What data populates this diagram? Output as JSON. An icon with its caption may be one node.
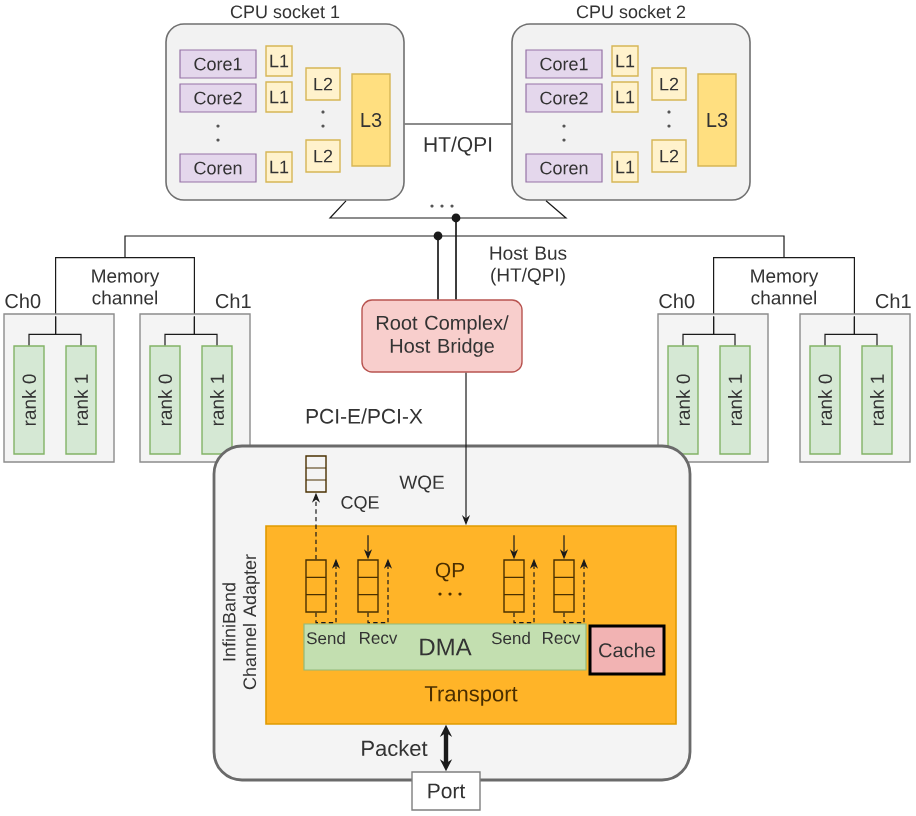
{
  "diagram": {
    "nodes": [
      {
        "text": [
          "CPU socket 1"
        ]
      },
      {
        "text": [
          "Core1"
        ],
        "in": 0
      },
      {
        "text": [
          "L1"
        ],
        "in": 0
      },
      {
        "text": [
          "Core2"
        ],
        "in": 0
      },
      {
        "text": [
          "L1"
        ],
        "in": 0
      },
      {
        "text": [
          "Coren"
        ],
        "in": 0
      },
      {
        "text": [
          "L1"
        ],
        "in": 0
      },
      {
        "text": [
          "L2"
        ],
        "in": 0
      },
      {
        "text": [
          "L2"
        ],
        "in": 0
      },
      {
        "text": [
          "L3"
        ],
        "in": 0
      },
      {
        "text": [
          "CPU socket 2"
        ]
      },
      {
        "text": [
          "Core1"
        ],
        "in": 10
      },
      {
        "text": [
          "L1"
        ],
        "in": 10
      },
      {
        "text": [
          "Core2"
        ],
        "in": 10
      },
      {
        "text": [
          "L1"
        ],
        "in": 10
      },
      {
        "text": [
          "Coren"
        ],
        "in": 10
      },
      {
        "text": [
          "L1"
        ],
        "in": 10
      },
      {
        "text": [
          "L2"
        ],
        "in": 10
      },
      {
        "text": [
          "L2"
        ],
        "in": 10
      },
      {
        "text": [
          "L3"
        ],
        "in": 10
      },
      {
        "text": [
          "Memory channel"
        ]
      },
      {
        "text": [
          "Ch0"
        ]
      },
      {
        "text": [
          "rank 0"
        ],
        "in": 21
      },
      {
        "text": [
          "rank 1"
        ],
        "in": 21
      },
      {
        "text": [
          "Ch1"
        ]
      },
      {
        "text": [
          "rank 0"
        ],
        "in": 24
      },
      {
        "text": [
          "rank 1"
        ],
        "in": 24
      },
      {
        "text": [
          "Root Complex/ Host Bridge"
        ]
      },
      {
        "text": [
          "Memory channel"
        ]
      },
      {
        "text": [
          "Ch0"
        ]
      },
      {
        "text": [
          "rank 0"
        ],
        "in": 29
      },
      {
        "text": [
          "rank 1"
        ],
        "in": 29
      },
      {
        "text": [
          "Ch1"
        ]
      },
      {
        "text": [
          "rank 0"
        ],
        "in": 32
      },
      {
        "text": [
          "rank 1"
        ],
        "in": 32
      },
      {
        "text": [
          "InfiniBand Channel Adapter"
        ]
      },
      {
        "text": [],
        "shape": "queue",
        "in": 35
      },
      {
        "text": [
          "Transport"
        ],
        "in": 35
      },
      {
        "text": [],
        "shape": "queue",
        "in": 37
      },
      {
        "text": [],
        "shape": "queue",
        "in": 37
      },
      {
        "text": [],
        "shape": "queue",
        "in": 37
      },
      {
        "text": [],
        "shape": "queue",
        "in": 37
      },
      {
        "text": [
          "DMA"
        ],
        "in": 37
      },
      {
        "text": [
          "Cache"
        ],
        "in": 37
      },
      {
        "text": [
          "Port"
        ]
      }
    ],
    "edges": [
      {
        "from": 0,
        "to": 10,
        "arrow": "none",
        "label": "HT/QPI"
      },
      {
        "from": 0,
        "to": 27,
        "arrow": "none"
      },
      {
        "from": 10,
        "to": 27,
        "arrow": "none"
      },
      {
        "from": 27,
        "to": 20,
        "arrow": "none"
      },
      {
        "from": 27,
        "to": 28,
        "arrow": "none"
      },
      {
        "from": 20,
        "to": 22,
        "arrow": "none"
      },
      {
        "from": 20,
        "to": 23,
        "arrow": "none"
      },
      {
        "from": 20,
        "to": 25,
        "arrow": "none"
      },
      {
        "from": 20,
        "to": 26,
        "arrow": "none"
      },
      {
        "from": 28,
        "to": 30,
        "arrow": "none"
      },
      {
        "from": 28,
        "to": 31,
        "arrow": "none"
      },
      {
        "from": 28,
        "to": 33,
        "arrow": "none"
      },
      {
        "from": 28,
        "to": 34,
        "arrow": "none"
      },
      {
        "from": 27,
        "to": 37,
        "arrow": "to",
        "label": "WQE"
      },
      {
        "from": 38,
        "to": 36,
        "arrow": "to",
        "style": "dashed",
        "label": "CQE"
      },
      {
        "from": null,
        "to": 39,
        "arrow": "to"
      },
      {
        "from": null,
        "to": 40,
        "arrow": "to"
      },
      {
        "from": null,
        "to": 41,
        "arrow": "to"
      },
      {
        "from": 38,
        "to": null,
        "arrow": "to",
        "style": "dashed"
      },
      {
        "from": 39,
        "to": null,
        "arrow": "to",
        "style": "dashed"
      },
      {
        "from": 40,
        "to": null,
        "arrow": "to",
        "style": "dashed"
      },
      {
        "from": 41,
        "to": null,
        "arrow": "to",
        "style": "dashed"
      },
      {
        "from": 37,
        "to": 44,
        "arrow": "both",
        "style": "thick",
        "label": "Packet"
      }
    ],
    "labels": [
      "Host Bus (HT/QPI)",
      "PCI-E/PCI-X",
      "QP",
      "Send",
      "Recv",
      "Send",
      "Recv"
    ]
  }
}
